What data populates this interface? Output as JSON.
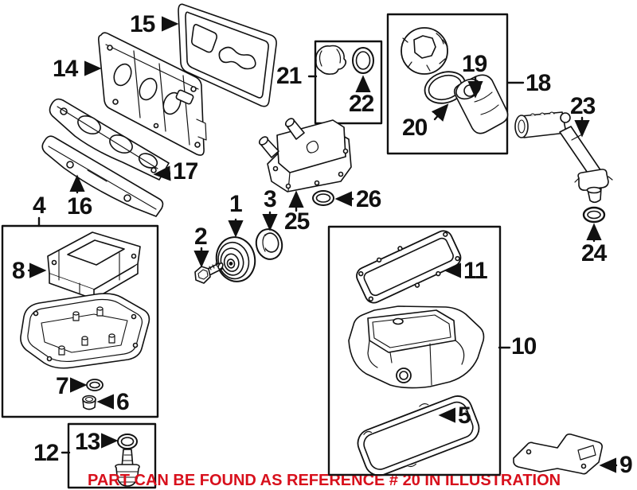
{
  "notice": {
    "text": "PART CAN BE FOUND AS REFERENCE # 20 IN ILLUSTRATION",
    "color": "#d8101c"
  },
  "colors": {
    "background": "#ffffff",
    "line": "#111111",
    "label": "#111111"
  },
  "callouts": {
    "c1": "1",
    "c2": "2",
    "c3": "3",
    "c4": "4",
    "c5": "5",
    "c6": "6",
    "c7": "7",
    "c8": "8",
    "c9": "9",
    "c10": "10",
    "c11": "11",
    "c12": "12",
    "c13": "13",
    "c14": "14",
    "c15": "15",
    "c16": "16",
    "c17": "17",
    "c18": "18",
    "c19": "19",
    "c20": "20",
    "c21": "21",
    "c22": "22",
    "c23": "23",
    "c24": "24",
    "c25": "25",
    "c26": "26"
  }
}
